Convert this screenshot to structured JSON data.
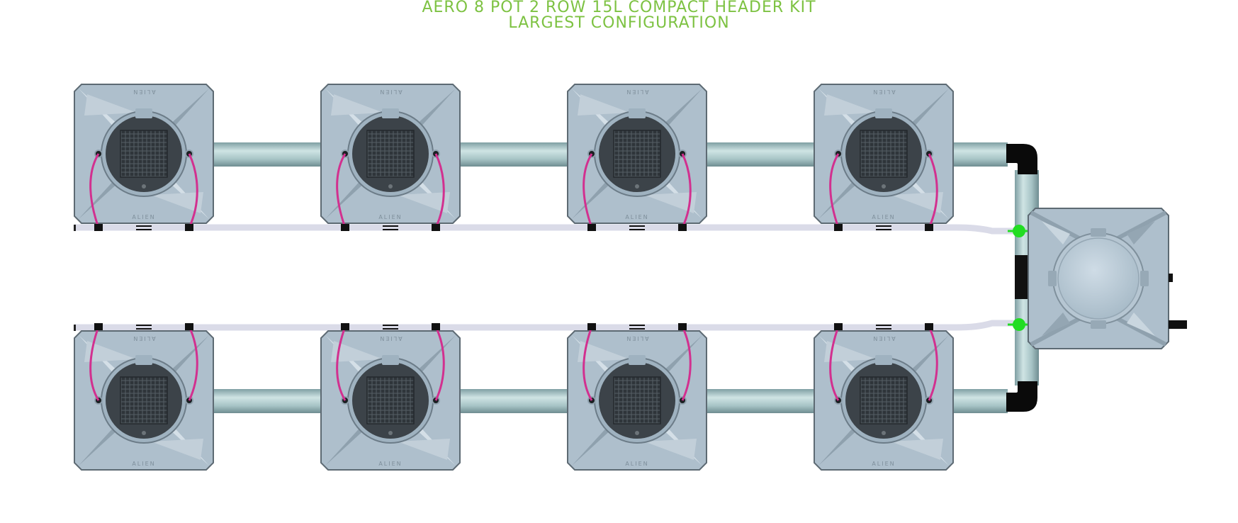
{
  "title": {
    "line1": "AERO 8 POT 2 ROW 15L COMPACT HEADER KIT",
    "line2": "LARGEST CONFIGURATION"
  },
  "pot_brand": "ALIEN",
  "layout": {
    "rows": 2,
    "pots_per_row": 4,
    "header_tank_count": 1
  },
  "colors": {
    "title": "#7dc242",
    "pot_body": "#aebfcc",
    "pot_outline": "#5d6a73",
    "net_cup": "#3c4349",
    "pipe": "#a9c7c9",
    "elbow": "#000000",
    "tubing": "#d2308f",
    "drain_line": "#dadbe8",
    "connector": "#22dd22"
  },
  "icons": {
    "pot": "grow-pot-icon",
    "tank": "header-tank-icon",
    "elbow": "elbow-fitting-icon",
    "connector": "connector-icon"
  }
}
